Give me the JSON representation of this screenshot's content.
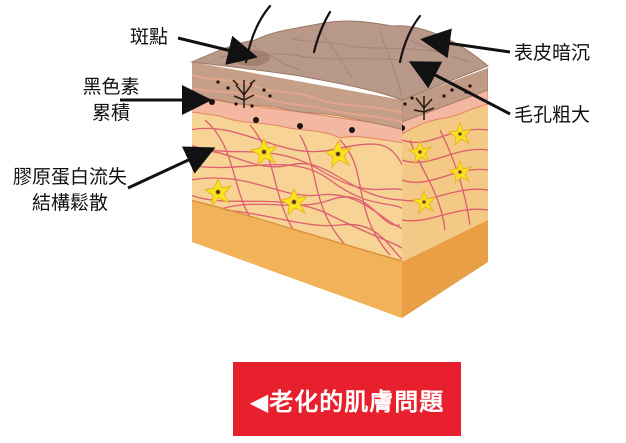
{
  "labels": {
    "spots": "斑點",
    "melanin_line1": "黑色素",
    "melanin_line2": "累積",
    "collagen_line1": "膠原蛋白流失",
    "collagen_line2": "結構鬆散",
    "dull": "表皮暗沉",
    "pores": "毛孔粗大"
  },
  "caption": "◀老化的肌膚問題",
  "colors": {
    "caption_bg": "#e81f2c",
    "epidermis_top": "#c8a38e",
    "dermis": "#f5cf8e",
    "fiber": "#d94a6a",
    "cell": "#f7e51c",
    "base": "#f2b25a"
  }
}
